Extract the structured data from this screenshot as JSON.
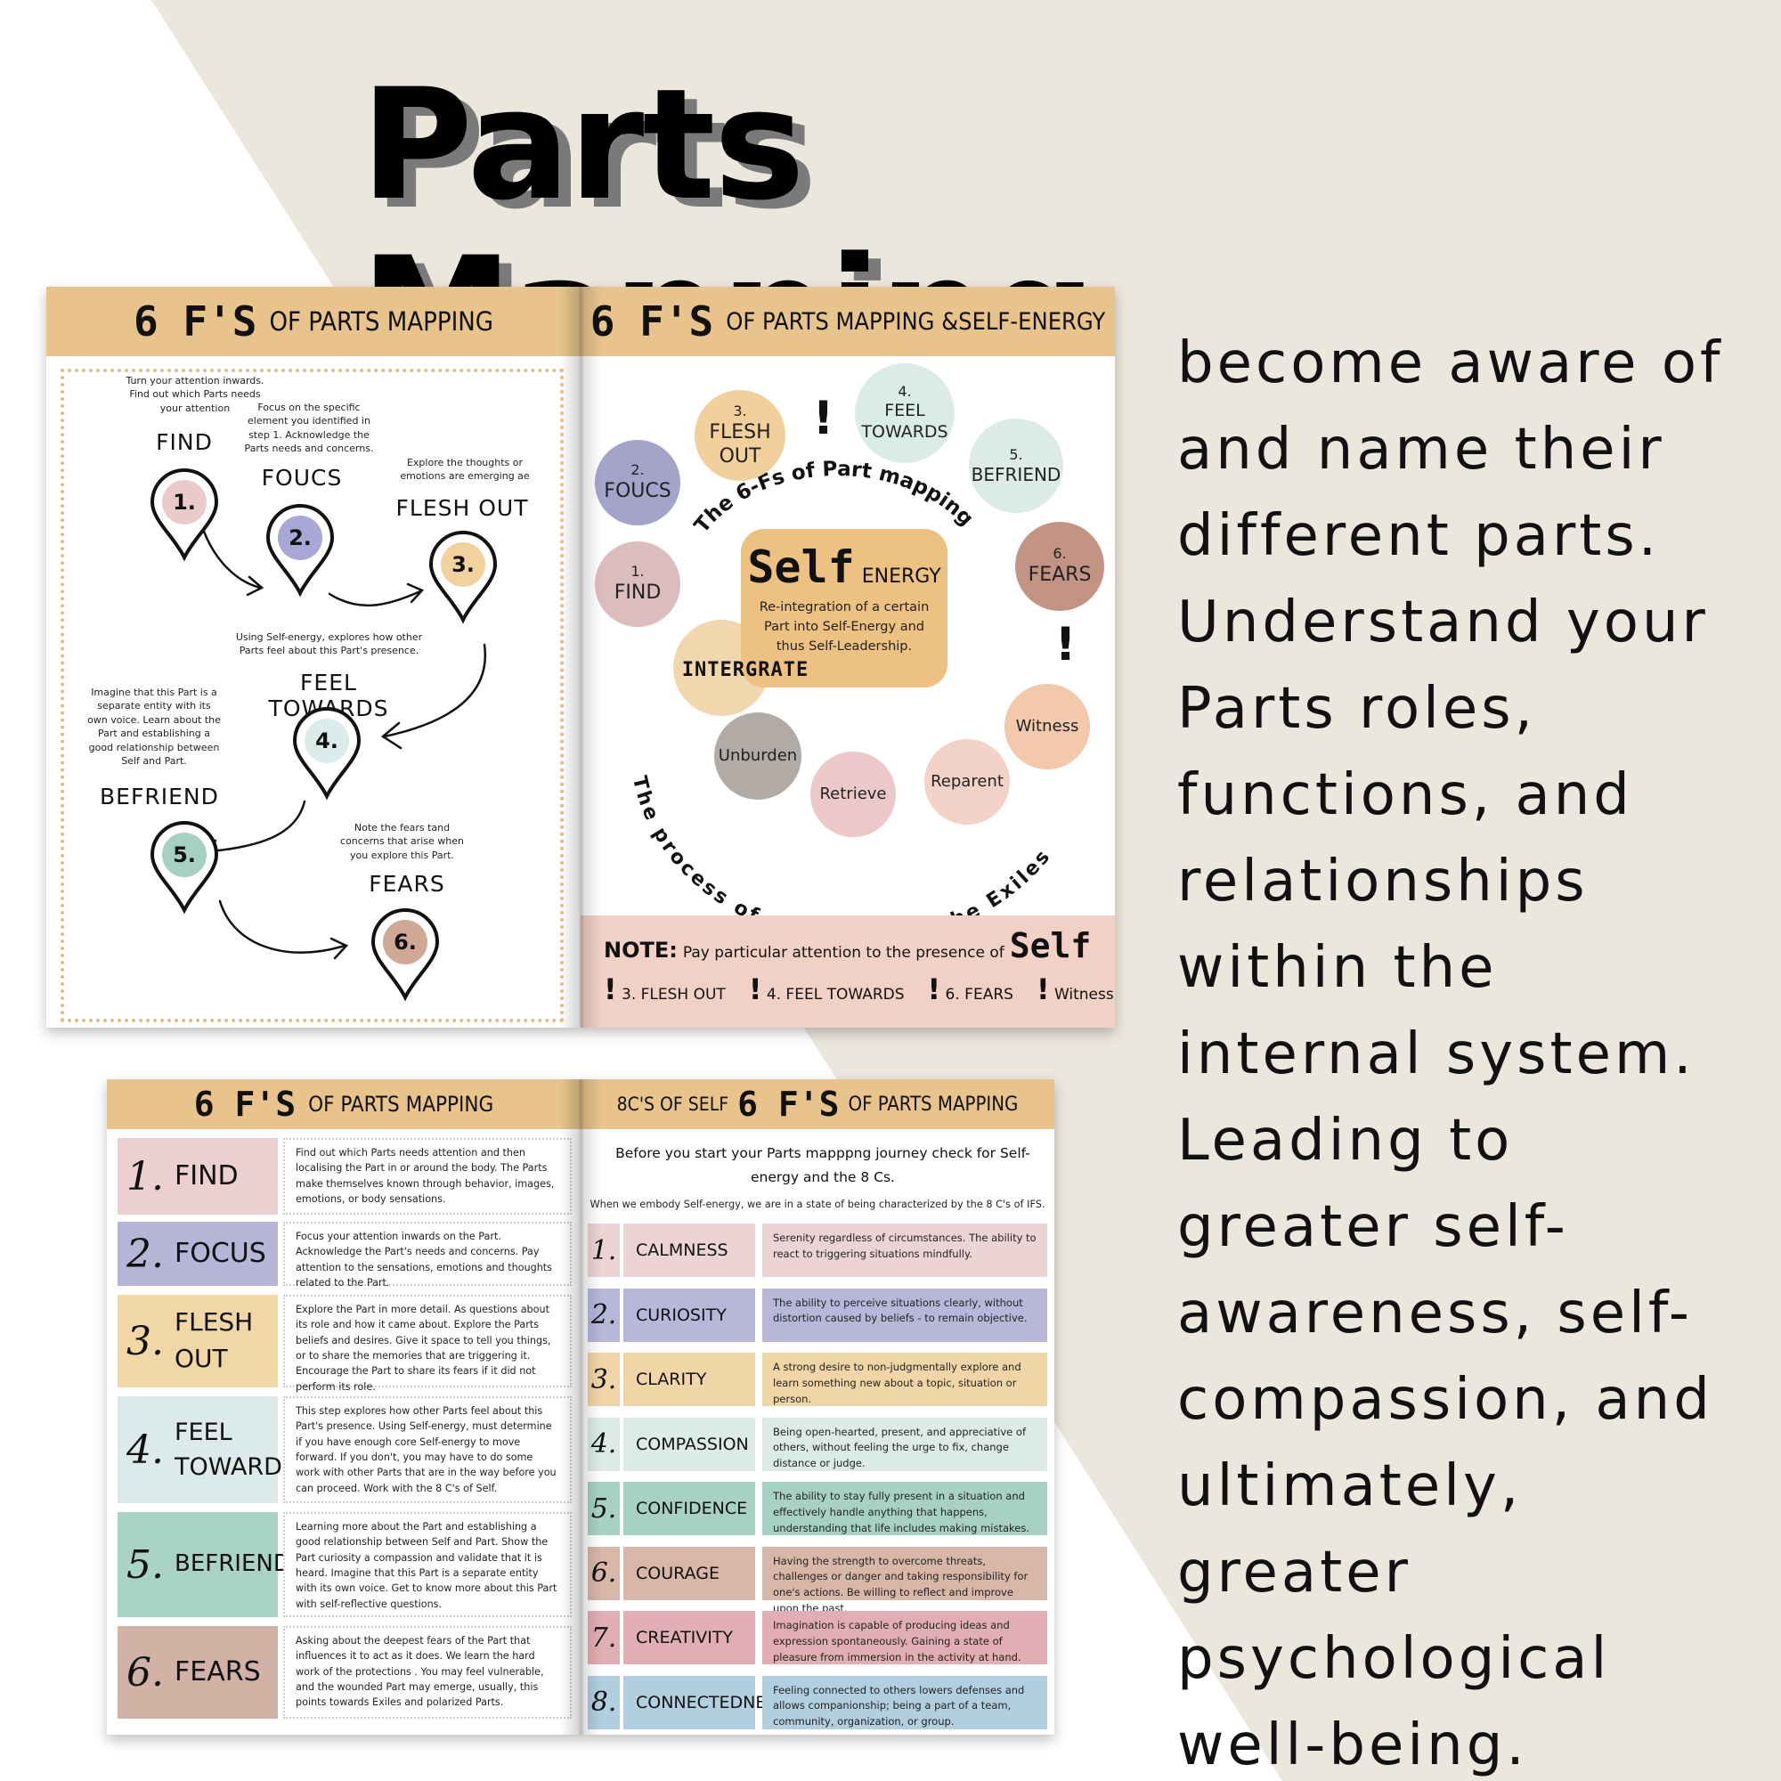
{
  "title": "Parts Mapping",
  "description": "become aware of and name their different parts. Understand your Parts roles, functions, and relationships within the internal system. Leading to greater self-awareness, self-compassion, and ultimately, greater psychological well-being.",
  "colors": {
    "background": "#ece7dd",
    "header": "#e8c38b",
    "find": "#e8c9c9",
    "focus": "#b6b5d8",
    "flesh_out": "#f1d6a6",
    "feel_towards": "#dcebea",
    "befriend": "#a9d3c2",
    "fears": "#d3b2a6"
  },
  "book1": {
    "left": {
      "header_big": "6 F'S",
      "header_small": "OF PARTS MAPPING",
      "steps": [
        {
          "num": "1.",
          "label": "FIND",
          "desc": "Turn your attention inwards. Find out which Parts needs your attention"
        },
        {
          "num": "2.",
          "label": "FOUCS",
          "desc": "Focus on the specific element you identified in step 1. Acknowledge the Parts needs and concerns."
        },
        {
          "num": "3.",
          "label": "FLESH OUT",
          "desc": "Explore the  thoughts or emotions are emerging ae"
        },
        {
          "num": "4.",
          "label": "FEEL TOWARDS",
          "desc": "Using Self-energy, explores how other Parts feel about this Part's presence."
        },
        {
          "num": "5.",
          "label": "BEFRIEND",
          "desc": "Imagine that this Part is a separate entity with its own voice. Learn about the Part and establishing a good relationship between Self and Part."
        },
        {
          "num": "6.",
          "label": "FEARS",
          "desc": "Note the fears tand concerns that  arise when you explore this Part."
        }
      ]
    },
    "right": {
      "header_big": "6 F'S",
      "header_small": "OF PARTS MAPPING &SELF-ENERGY",
      "arc_top": "The 6-Fs of Part mapping",
      "arc_bottom": "The process of unburdening the Exiles",
      "self_title": "Self",
      "self_sub": "ENERGY",
      "self_desc": "Re-integration of a certain Part into Self-Energy and thus Self-Leadership.",
      "integrate": "INTERGRATE",
      "exclamation": "!",
      "circles": [
        {
          "num": "1.",
          "label": "FIND"
        },
        {
          "num": "2.",
          "label": "FOUCS"
        },
        {
          "num": "3.",
          "label": "FLESH OUT"
        },
        {
          "num": "4.",
          "label": "FEEL TOWARDS"
        },
        {
          "num": "5.",
          "label": "BEFRIEND"
        },
        {
          "num": "6.",
          "label": "FEARS"
        }
      ],
      "process": [
        "Witness",
        "Reparent",
        "Retrieve",
        "Unburden"
      ],
      "note_label": "NOTE:",
      "note_text": "Pay particular attention to the presence of",
      "note_self": "Self",
      "note_items": [
        "3. FLESH OUT",
        "4. FEEL TOWARDS",
        "6.  FEARS",
        "Witness"
      ]
    }
  },
  "book2": {
    "left": {
      "header_big": "6 F'S",
      "header_small": "OF PARTS MAPPING",
      "rows": [
        {
          "num": "1.",
          "name": "FIND",
          "text": "Find out which Parts needs attention and then localising the Part in or around the body. The Parts make themselves known through behavior, images, emotions, or body sensations."
        },
        {
          "num": "2.",
          "name": "FOCUS",
          "text": "Focus your attention inwards on the Part. Acknowledge the Part's needs and concerns. Pay attention to the sensations, emotions and thoughts related to the Part."
        },
        {
          "num": "3.",
          "name": "FLESH OUT",
          "text": "Explore the Part in more detail. As questions about its role and how it came about. Explore the Parts beliefs and desires. Give it space to tell you things, or to share the memories that are triggering it. Encourage the Part to share its fears if it did not perform its role."
        },
        {
          "num": "4.",
          "name": "FEEL TOWARDS",
          "text": "This step explores how other Parts feel about this Part's presence. Using Self-energy, must determine if you have enough core Self-energy to move forward. If you don't, you may have to do some work with other Parts that are in the way before you can proceed. Work with the 8 C's of Self."
        },
        {
          "num": "5.",
          "name": "BEFRIEND",
          "text": "Learning more about the Part and establishing a good relationship between Self and Part. Show the Part curiosity a compassion and validate that it is heard. Imagine that this Part is a separate entity with its own voice. Get to know more about this Part with self-reflective questions."
        },
        {
          "num": "6.",
          "name": "FEARS",
          "text": "Asking about the deepest fears of the Part that influences it to act as it does. We learn the hard work of the protections . You may feel vulnerable, and the wounded Part may emerge, usually, this points towards Exiles and polarized Parts."
        }
      ]
    },
    "right": {
      "header_pre": "8C'S OF SELF",
      "header_big": "6 F'S",
      "header_small": "OF PARTS MAPPING",
      "intro": "Before you start your Parts mapppng journey check for Self-energy and the 8 Cs.",
      "sub": "When we embody Self-energy, we are in a state of being characterized by the 8 C's of IFS.",
      "rows": [
        {
          "num": "1.",
          "name": "CALMNESS",
          "text": "Serenity regardless of circumstances. The ability to react to triggering situations mindfully.",
          "color": "#ecd4d4"
        },
        {
          "num": "2.",
          "name": "CURIOSITY",
          "text": "The ability to perceive situations clearly, without distortion caused by beliefs - to remain objective.",
          "color": "#b8b6d9"
        },
        {
          "num": "3.",
          "name": "CLARITY",
          "text": "A strong desire to non-judgmentally explore and learn something new about a topic, situation or person.",
          "color": "#f0d5a6"
        },
        {
          "num": "4.",
          "name": "COMPASSION",
          "text": "Being open-hearted, present, and appreciative of others, without feeling the urge to fix, change distance or judge.",
          "color": "#dcebe8"
        },
        {
          "num": "5.",
          "name": "CONFIDENCE",
          "text": "The ability to stay fully present in a situation and effectively handle anything that happens, understanding that life includes making mistakes.",
          "color": "#a7d2c1"
        },
        {
          "num": "6.",
          "name": "COURAGE",
          "text": "Having the strength to overcome threats, challenges or danger and taking responsibility for one's actions. Be willing to reflect and improve upon the past.",
          "color": "#d8b6a8"
        },
        {
          "num": "7.",
          "name": "CREATIVITY",
          "text": "Imagination is capable of producing ideas and expression spontaneously. Gaining a state of pleasure from immersion in the activity at hand.",
          "color": "#e0aeb3"
        },
        {
          "num": "8.",
          "name": "CONNECTEDNESS",
          "text": "Feeling connected to others lowers defenses and allows companionship; being a part of a team, community, organization, or group.",
          "color": "#b2cfdf"
        }
      ]
    }
  }
}
